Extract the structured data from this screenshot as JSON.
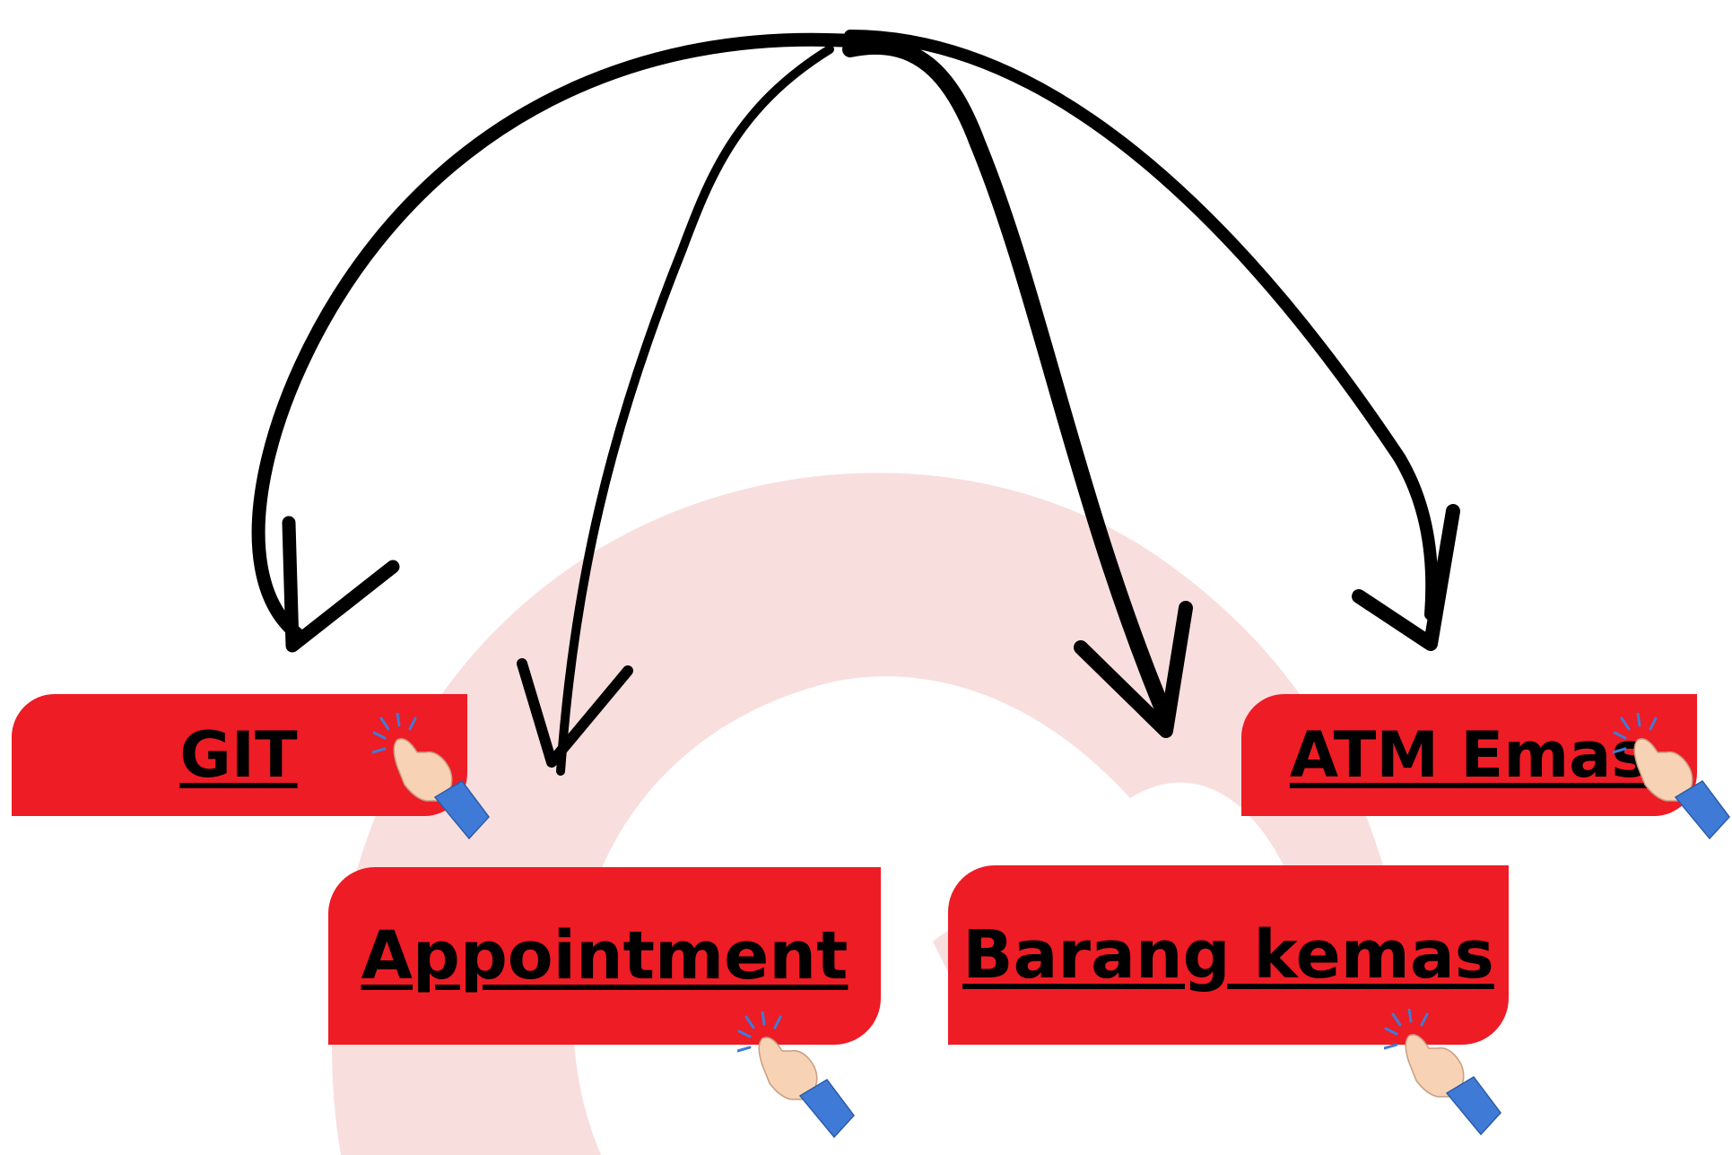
{
  "colors": {
    "button": "#ee1c25",
    "watermark": "#f8d8d8",
    "arrow": "#000000",
    "cuff": "#3f7bd6",
    "skin": "#f7d2b4",
    "spark": "#3f7bd6"
  },
  "icons": {
    "hand": "pointing-hand-icon",
    "arrow": "curved-arrow-icon",
    "watermark": "logo-watermark"
  },
  "buttons": {
    "git": "GIT",
    "appointment": "Appointment",
    "barang_kemas": "Barang kemas",
    "atm_emas": "ATM Emas"
  }
}
